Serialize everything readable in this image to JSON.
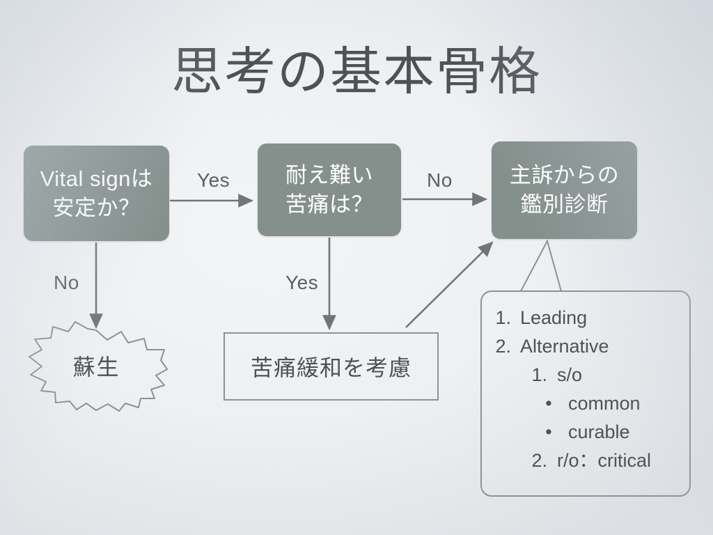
{
  "slide": {
    "title": "思考の基本骨格",
    "background_color": "#edeff1",
    "box_fill_color": "#85908d",
    "line_color": "#8b9295",
    "text_color": "#4e5255"
  },
  "nodes": {
    "vital": {
      "line1": "Vital signは",
      "line2": "安定か？"
    },
    "pain": {
      "line1": "耐え難い",
      "line2": "苦痛は？"
    },
    "ddx": {
      "line1": "主訴からの",
      "line2": "鑑別診断"
    },
    "resuscitation": {
      "label": "蘇生",
      "shape": "starburst"
    },
    "palliative": {
      "label": "苦痛緩和を考慮",
      "shape": "rectangle"
    }
  },
  "edges": {
    "vital_to_pain": "Yes",
    "pain_to_ddx": "No",
    "vital_to_resuscitation": "No",
    "pain_to_palliative": "Yes"
  },
  "callout": {
    "items": [
      {
        "level": 1,
        "marker": "1.",
        "text": "Leading"
      },
      {
        "level": 1,
        "marker": "2.",
        "text": "Alternative"
      },
      {
        "level": 2,
        "marker": "1.",
        "text": "s/o"
      },
      {
        "level": 3,
        "marker": "•",
        "text": "common"
      },
      {
        "level": 3,
        "marker": "•",
        "text": "curable"
      },
      {
        "level": 2,
        "marker": "2.",
        "text": "r/o：critical"
      }
    ]
  }
}
